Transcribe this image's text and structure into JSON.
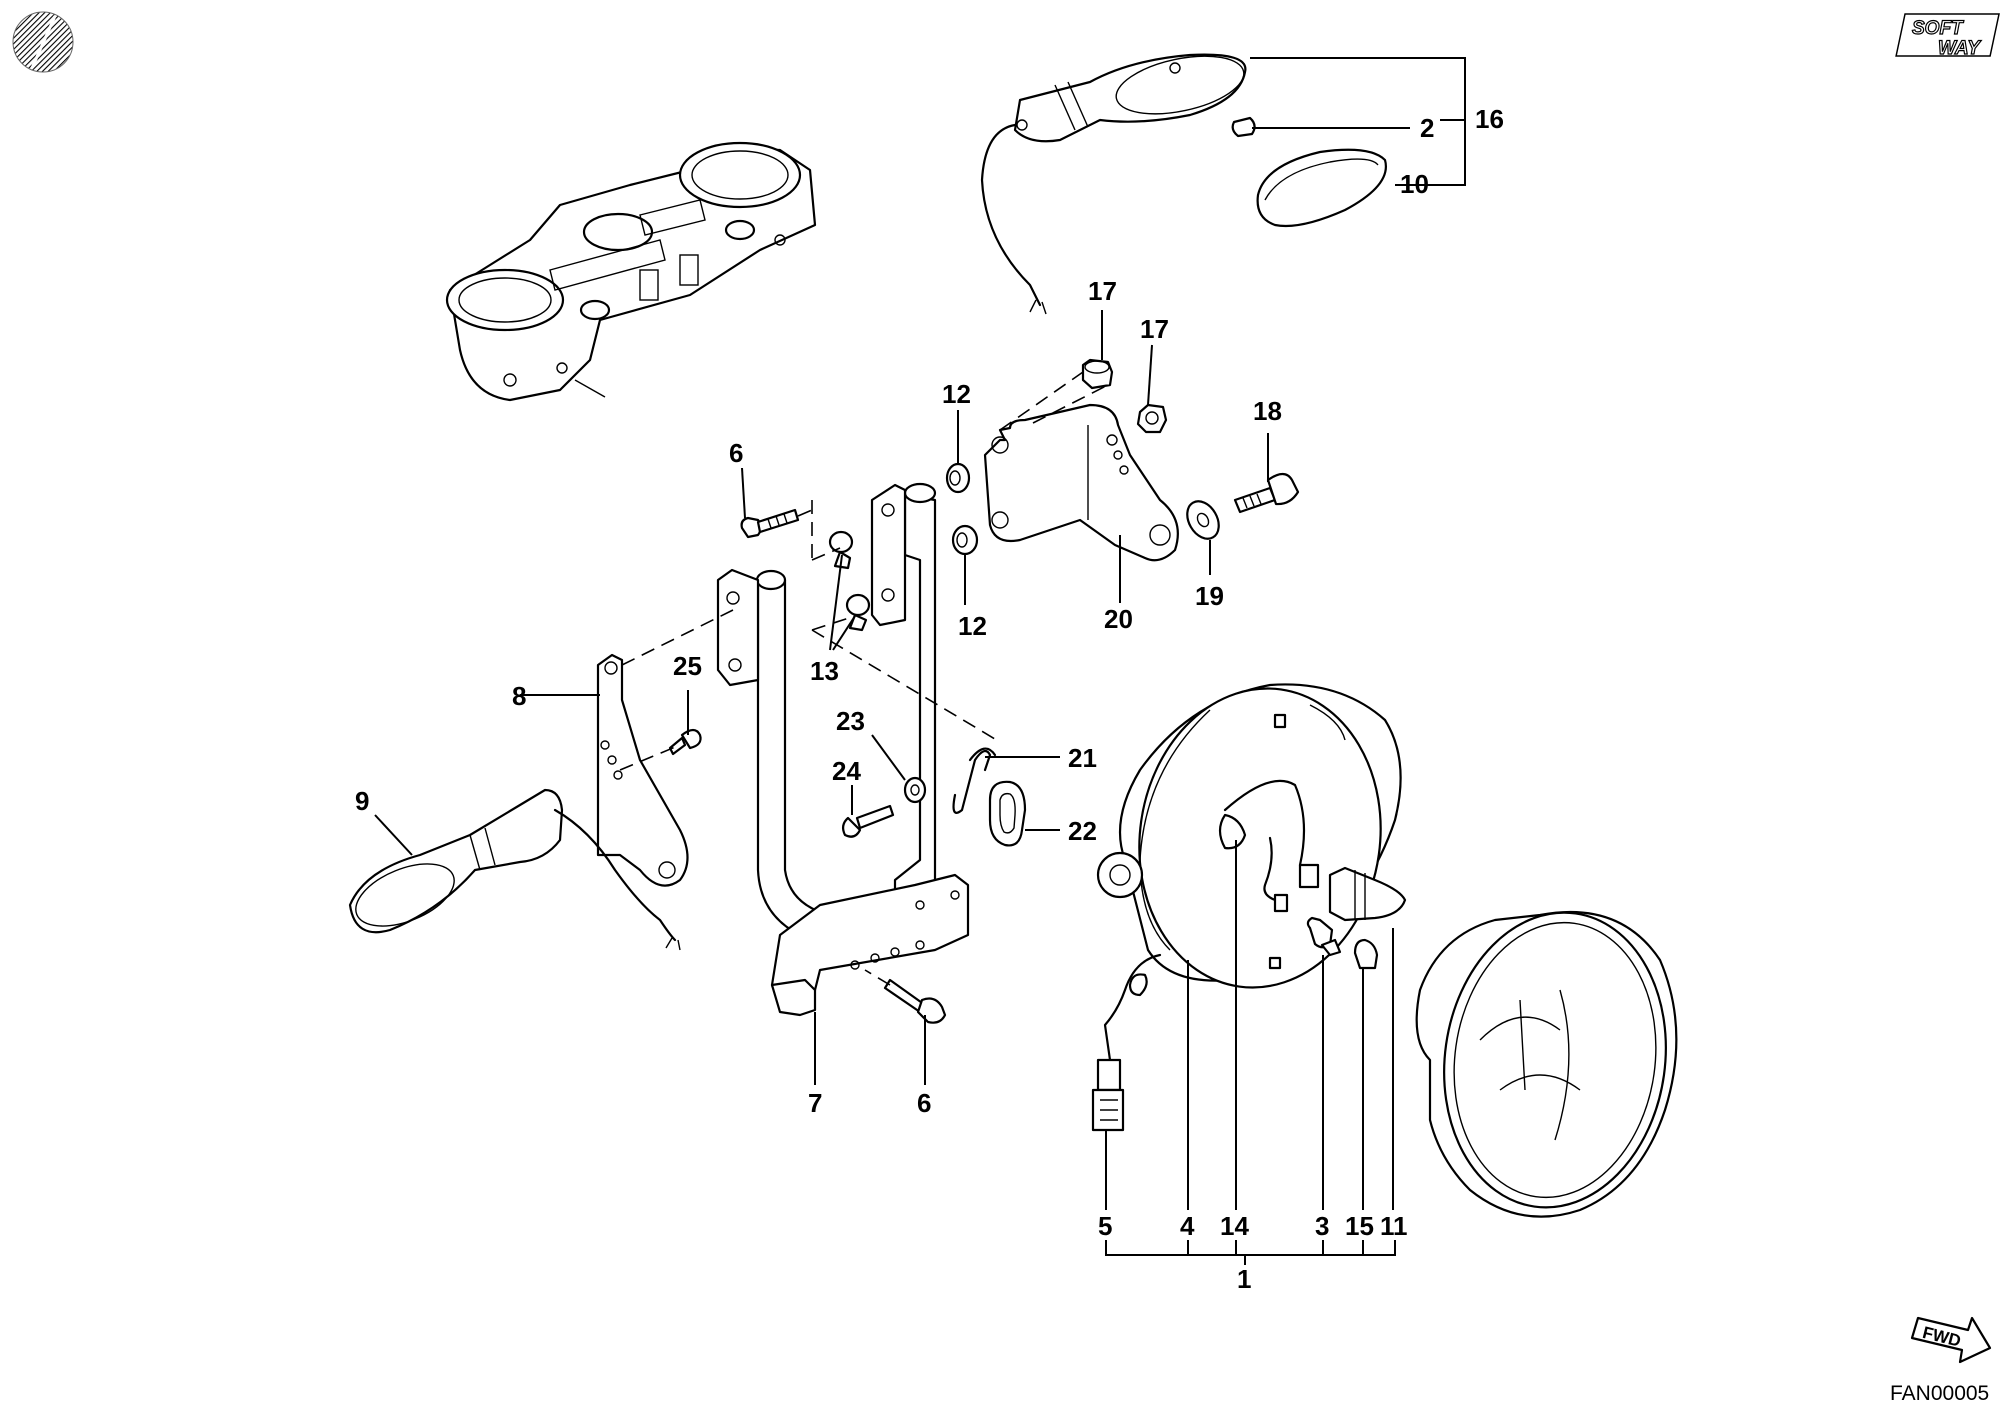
{
  "brand": {
    "logo_top": "SOFT",
    "logo_bottom": "WAY"
  },
  "drawing_code": "FAN00005",
  "direction_label": "FWD",
  "callouts": {
    "c1": "1",
    "c2": "2",
    "c3": "3",
    "c4": "4",
    "c5": "5",
    "c6a": "6",
    "c6b": "6",
    "c7": "7",
    "c8": "8",
    "c9": "9",
    "c10": "10",
    "c11": "11",
    "c12a": "12",
    "c12b": "12",
    "c13": "13",
    "c14": "14",
    "c15": "15",
    "c16": "16",
    "c17a": "17",
    "c17b": "17",
    "c18": "18",
    "c19": "19",
    "c20": "20",
    "c21": "21",
    "c22": "22",
    "c23": "23",
    "c24": "24",
    "c25": "25"
  },
  "icons": {
    "corner_mark": "hatched-disc-icon",
    "forward_arrow": "fwd-arrow-icon"
  }
}
